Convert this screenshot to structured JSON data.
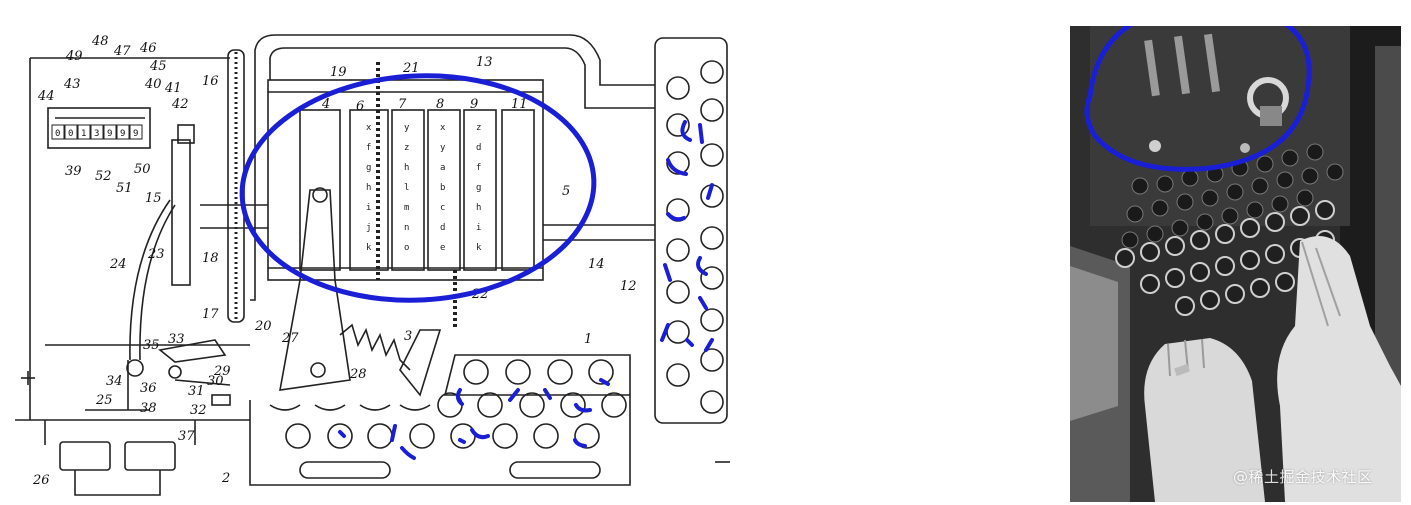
{
  "patent_figure": {
    "callouts": [
      "49",
      "48",
      "47",
      "46",
      "45",
      "43",
      "41",
      "40",
      "44",
      "42",
      "39",
      "52",
      "51",
      "50",
      "16",
      "19",
      "21",
      "13",
      "4",
      "6",
      "7",
      "8",
      "9",
      "11",
      "5",
      "15",
      "18",
      "24",
      "23",
      "17",
      "20",
      "27",
      "22",
      "14",
      "12",
      "3",
      "1",
      "33",
      "35",
      "29",
      "34",
      "31",
      "30",
      "36",
      "32",
      "38",
      "28",
      "25",
      "37",
      "26",
      "2"
    ],
    "counter_digits": [
      "0",
      "0",
      "1",
      "3",
      "9",
      "9",
      "9"
    ],
    "rotor_letters": [
      [
        "x",
        "f",
        "g",
        "h",
        "i",
        "j",
        "k"
      ],
      [
        "y",
        "z",
        "h",
        "l",
        "m",
        "n",
        "o"
      ],
      [
        "x",
        "y",
        "a",
        "b",
        "c",
        "d",
        "e"
      ],
      [
        "z",
        "d",
        "f",
        "g",
        "h",
        "i",
        "k"
      ]
    ]
  },
  "annotation_color": "#1a1fd6",
  "watermark": "@稀土掘金技术社区"
}
